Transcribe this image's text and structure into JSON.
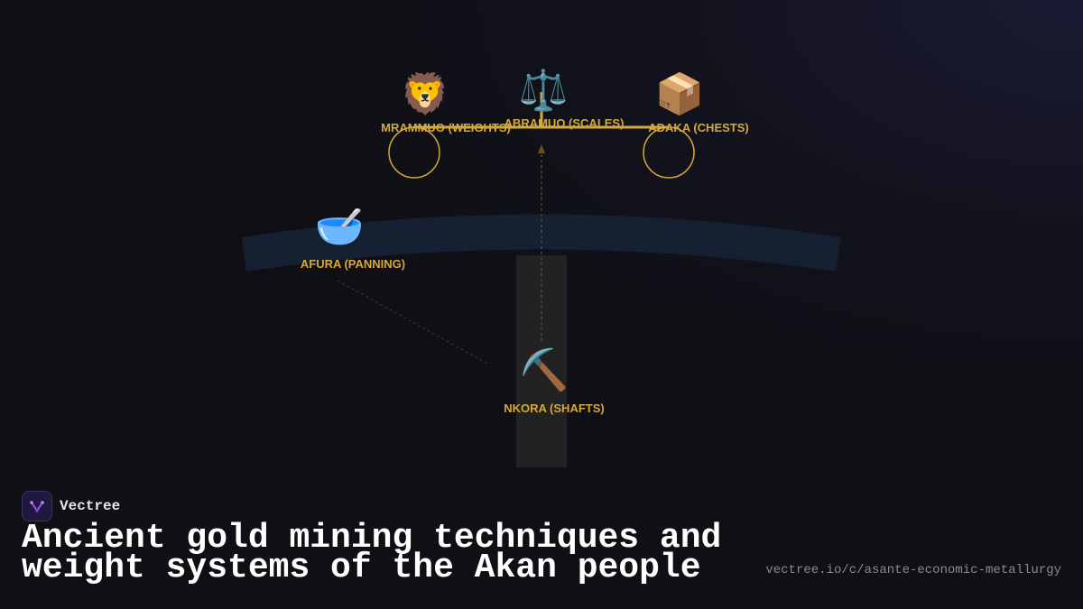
{
  "brand": {
    "name": "Vectree",
    "logo_icon": "vectree-logo-icon"
  },
  "title": "Ancient gold mining techniques and weight systems of the Akan people",
  "url": "vectree.io/c/asante-economic-metallurgy",
  "colors": {
    "background": "#0f0f14",
    "accent_gold": "#d4a83a",
    "arc": "#152032",
    "shaft": "#222222",
    "text": "#ffffff",
    "muted": "#8a8a94"
  },
  "nodes": [
    {
      "id": "mrammuo",
      "label": "MRAMMUO (WEIGHTS)",
      "icon": "🦁",
      "icon_name": "lion-icon"
    },
    {
      "id": "abramuo",
      "label": "ABRAMUO (SCALES)",
      "icon": "⚖️",
      "icon_name": "balance-scale-icon"
    },
    {
      "id": "adaka",
      "label": "ADAKA (CHESTS)",
      "icon": "📦",
      "icon_name": "chest-box-icon"
    },
    {
      "id": "afura",
      "label": "AFURA (PANNING)",
      "icon": "🥣",
      "icon_name": "panning-bowl-icon"
    },
    {
      "id": "nkora",
      "label": "NKORA (SHAFTS)",
      "icon": "⛏️",
      "icon_name": "pickaxe-icon"
    }
  ]
}
